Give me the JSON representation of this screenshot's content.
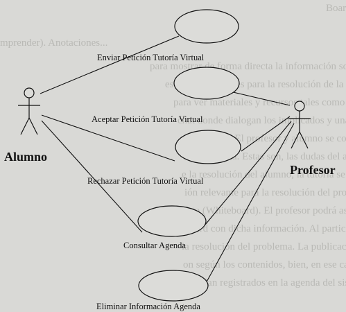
{
  "actors": [
    {
      "id": "alumno",
      "name": "Alumno"
    },
    {
      "id": "profesor",
      "name": "Profesor"
    }
  ],
  "use_cases": [
    {
      "id": "enviar",
      "label": "Enviar Petición Tutoría Virtual"
    },
    {
      "id": "aceptar",
      "label": "Aceptar Petición Tutoría Virtual"
    },
    {
      "id": "rechazar",
      "label": "Rechazar Petición Tutoría Virtual"
    },
    {
      "id": "consultar",
      "label": "Consultar Agenda"
    },
    {
      "id": "eliminar",
      "label": "Eliminar Información Agenda"
    }
  ],
  "background_text": [
    "Board",
    "mprender). Anotaciones...",
    "para mostrar de forma directa la información sobre el h",
    "estarán disponibles para la resolución de la tutoría virtual",
    "para ver materiales y recursos tales como cada zona bi",
    "chat donde dialogan los implicados y una zona con val",
    "o la tutoría. El profesor y alumno se comunican a tr",
    "de la tutoría. Estas son, las dudas del alumno y su momento",
    "e la resolución del alumno, la tutoría se concreta de Web",
    "ión relevante para la resolución del problema, la posib",
    "esto (Whiteboard). El profesor podrá así mismo eliminar",
    "board con dicha información. Al participar en ella el",
    "la resolución del problema. La publicación de dichos re",
    "on según los contenidos, bien, en ese caso la tutoría",
    "quedan registrados en la agenda del sistema."
  ],
  "colors": {
    "line": "#111111",
    "ellipse_stroke": "#111111",
    "paper": "#d9d9d6",
    "background_text": "#b9b9b5"
  }
}
